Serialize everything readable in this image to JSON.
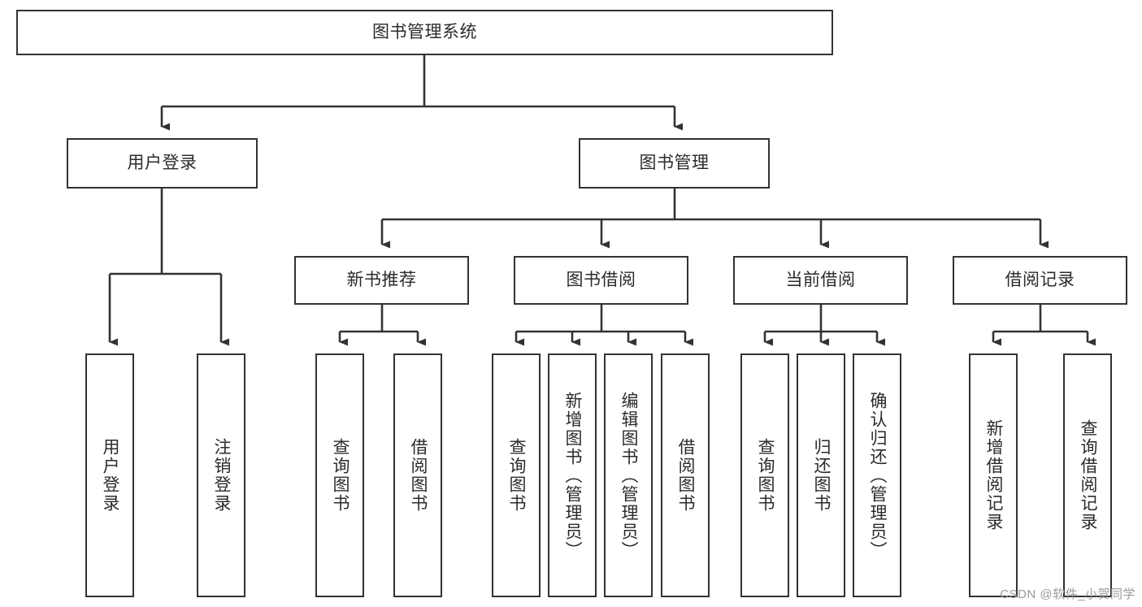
{
  "diagram": {
    "title": "图书管理系统",
    "type": "hierarchy-tree",
    "root": {
      "label": "图书管理系统"
    },
    "level2": [
      {
        "label": "用户登录"
      },
      {
        "label": "图书管理"
      }
    ],
    "level3": [
      {
        "label": "新书推荐"
      },
      {
        "label": "图书借阅"
      },
      {
        "label": "当前借阅"
      },
      {
        "label": "借阅记录"
      }
    ],
    "leaves": {
      "user_login": [
        {
          "label": "用户登录"
        },
        {
          "label": "注销登录"
        }
      ],
      "new_book_recommend": [
        {
          "label": "查询图书"
        },
        {
          "label": "借阅图书"
        }
      ],
      "book_borrow": [
        {
          "label": "查询图书"
        },
        {
          "label": "新增图书（管理员）"
        },
        {
          "label": "编辑图书（管理员）"
        },
        {
          "label": "借阅图书"
        }
      ],
      "current_borrow": [
        {
          "label": "查询图书"
        },
        {
          "label": "归还图书"
        },
        {
          "label": "确认归还（管理员）"
        }
      ],
      "borrow_record": [
        {
          "label": "新增借阅记录"
        },
        {
          "label": "查询借阅记录"
        }
      ]
    }
  },
  "watermark": {
    "text": "CSDN @软件_小贺同学"
  },
  "colors": {
    "border": "#333333",
    "background": "#ffffff",
    "text": "#2b2b2b",
    "edge": "#333333",
    "watermark": "#9a9a9a"
  }
}
